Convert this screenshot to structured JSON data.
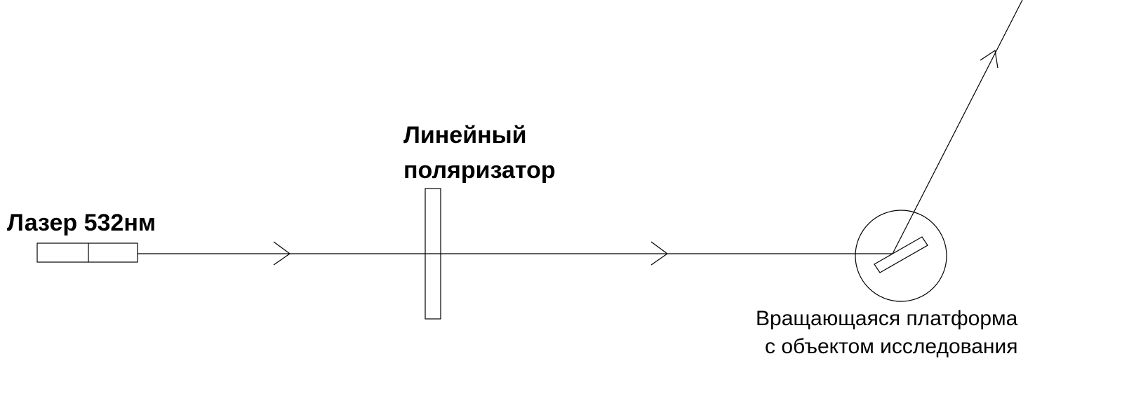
{
  "labels": {
    "laser": "Лазер 532нм",
    "polarizer": [
      "Линейный",
      "поляризатор"
    ],
    "platform": [
      "Вращающаяся платформа",
      "с объектом исследования"
    ]
  },
  "colors": {
    "stroke": "#000000",
    "background": "#ffffff"
  }
}
